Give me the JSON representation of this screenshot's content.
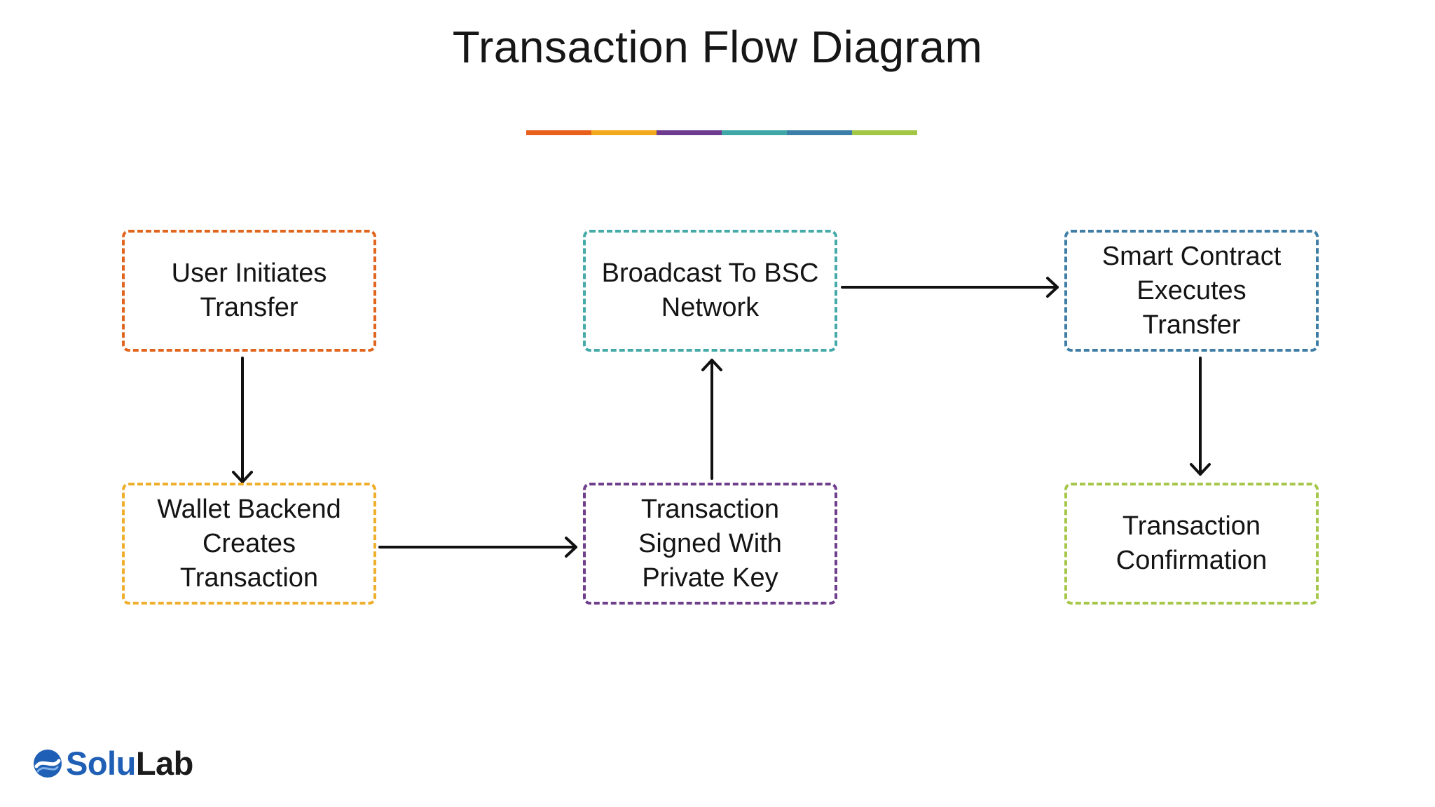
{
  "title": "Transaction Flow Diagram",
  "accent_colors": [
    "#e8601c",
    "#f2a91e",
    "#6e3b8f",
    "#3fa8a6",
    "#3b7fa8",
    "#a3c645"
  ],
  "nodes": [
    {
      "id": "user-initiates-transfer",
      "label": "User Initiates\nTransfer",
      "color": "#e0661f"
    },
    {
      "id": "wallet-backend-creates-transaction",
      "label": "Wallet Backend\nCreates\nTransaction",
      "color": "#efae2c"
    },
    {
      "id": "transaction-signed-with-private-key",
      "label": "Transaction\nSigned With\nPrivate Key",
      "color": "#6f3f8c"
    },
    {
      "id": "broadcast-to-bsc-network",
      "label": "Broadcast To BSC\nNetwork",
      "color": "#45aaa8"
    },
    {
      "id": "smart-contract-executes-transfer",
      "label": "Smart Contract\nExecutes\nTransfer",
      "color": "#3f7ea6"
    },
    {
      "id": "transaction-confirmation",
      "label": "Transaction\nConfirmation",
      "color": "#a6c74a"
    }
  ],
  "edges": [
    {
      "from": "user-initiates-transfer",
      "to": "wallet-backend-creates-transaction"
    },
    {
      "from": "wallet-backend-creates-transaction",
      "to": "transaction-signed-with-private-key"
    },
    {
      "from": "transaction-signed-with-private-key",
      "to": "broadcast-to-bsc-network"
    },
    {
      "from": "broadcast-to-bsc-network",
      "to": "smart-contract-executes-transfer"
    },
    {
      "from": "smart-contract-executes-transfer",
      "to": "transaction-confirmation"
    }
  ],
  "logo": {
    "part1": "Solu",
    "part2": "Lab",
    "icon": "solulab-logo-icon"
  }
}
